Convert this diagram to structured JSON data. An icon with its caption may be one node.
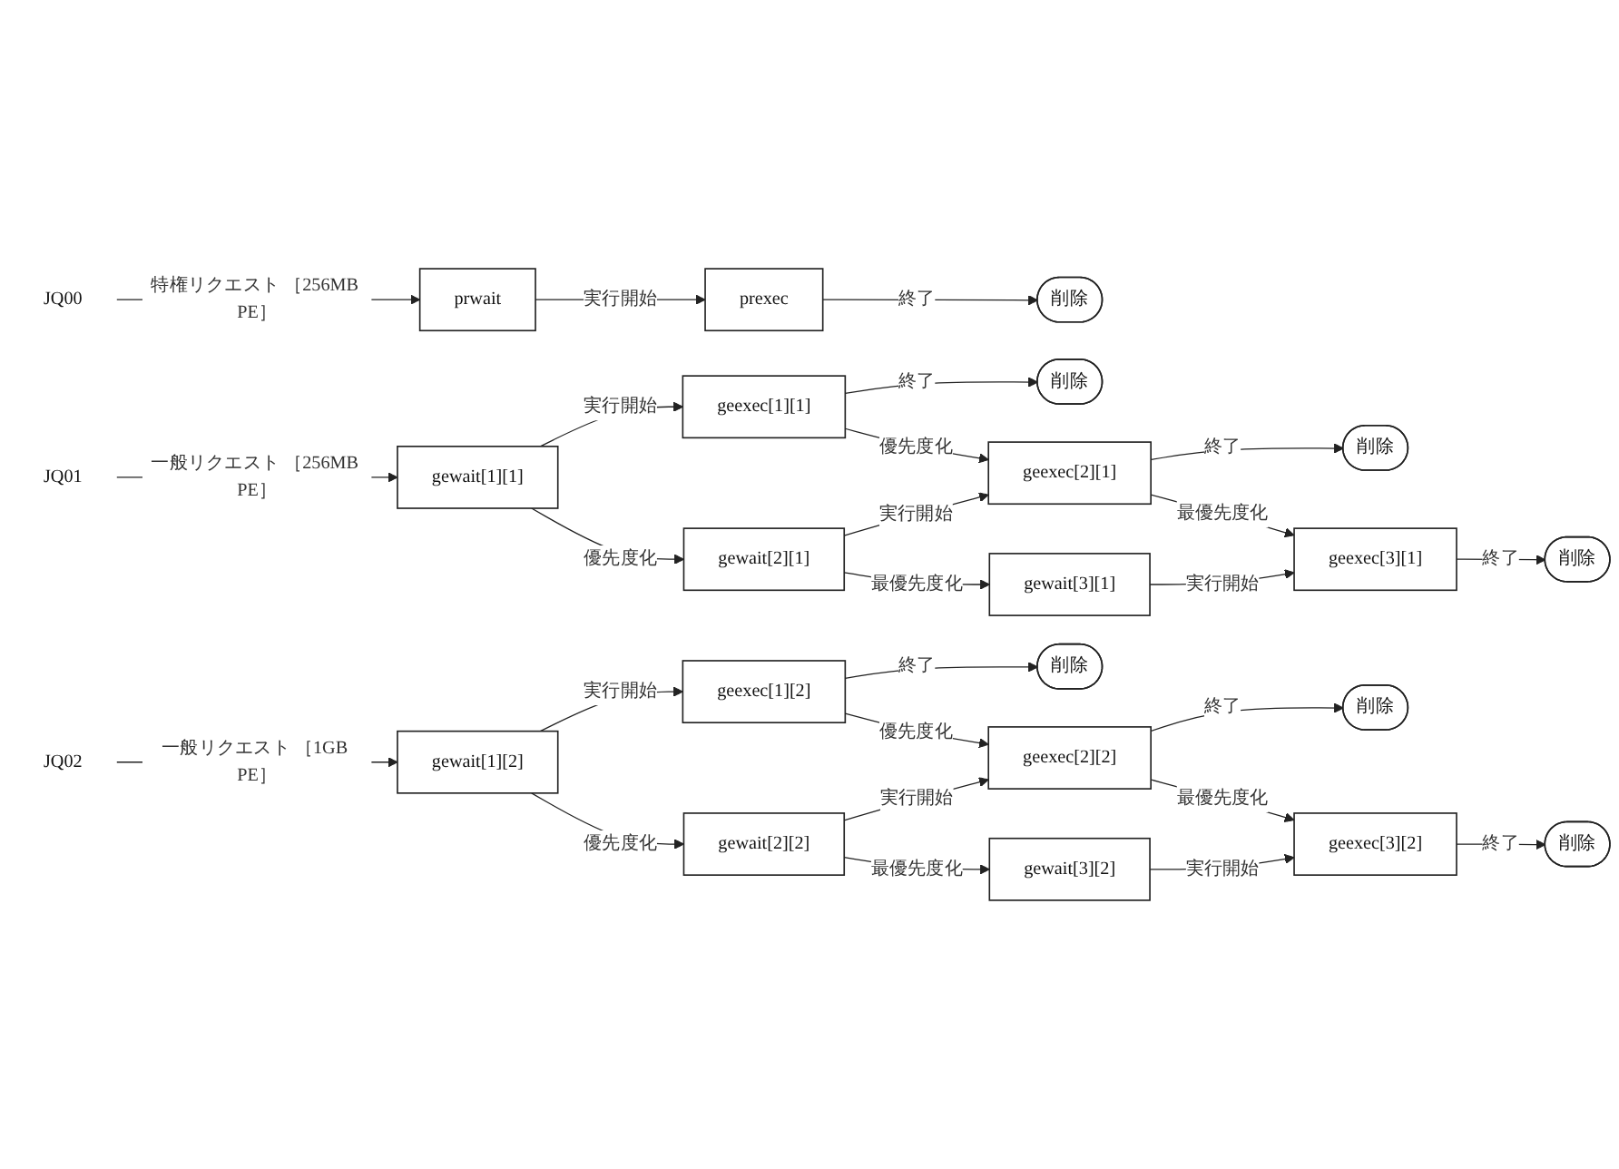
{
  "diagram": {
    "nodes": [
      {
        "text": [
          "JQ00"
        ]
      },
      {
        "text": [
          "prwait"
        ]
      },
      {
        "text": [
          "prexec"
        ]
      },
      {
        "text": [
          "削除"
        ]
      },
      {
        "text": [
          "JQ01"
        ]
      },
      {
        "text": [
          "gewait[1][1]"
        ]
      },
      {
        "text": [
          "geexec[1][1]"
        ]
      },
      {
        "text": [
          "削除"
        ]
      },
      {
        "text": [
          "gewait[2][1]"
        ]
      },
      {
        "text": [
          "geexec[2][1]"
        ]
      },
      {
        "text": [
          "削除"
        ]
      },
      {
        "text": [
          "gewait[3][1]"
        ]
      },
      {
        "text": [
          "geexec[3][1]"
        ]
      },
      {
        "text": [
          "削除"
        ]
      },
      {
        "text": [
          "JQ02"
        ]
      },
      {
        "text": [
          "gewait[1][2]"
        ]
      },
      {
        "text": [
          "geexec[1][2]"
        ]
      },
      {
        "text": [
          "削除"
        ]
      },
      {
        "text": [
          "gewait[2][2]"
        ]
      },
      {
        "text": [
          "geexec[2][2]"
        ]
      },
      {
        "text": [
          "削除"
        ]
      },
      {
        "text": [
          "gewait[3][2]"
        ]
      },
      {
        "text": [
          "geexec[3][2]"
        ]
      },
      {
        "text": [
          "削除"
        ]
      }
    ],
    "edges": [
      {
        "from": 0,
        "to": 1,
        "arrow": "to",
        "label": "特権リクエスト ［256MB PE］"
      },
      {
        "from": 1,
        "to": 2,
        "arrow": "to",
        "label": "実行開始"
      },
      {
        "from": 2,
        "to": 3,
        "arrow": "to",
        "label": "終了"
      },
      {
        "from": 4,
        "to": 5,
        "arrow": "to",
        "label": "一般リクエスト ［256MB PE］"
      },
      {
        "from": 5,
        "to": 6,
        "arrow": "to",
        "label": "実行開始"
      },
      {
        "from": 6,
        "to": 7,
        "arrow": "to",
        "label": "終了"
      },
      {
        "from": 5,
        "to": 8,
        "arrow": "to",
        "label": "優先度化"
      },
      {
        "from": 6,
        "to": 9,
        "arrow": "to",
        "label": "優先度化"
      },
      {
        "from": 8,
        "to": 9,
        "arrow": "to",
        "label": "実行開始"
      },
      {
        "from": 9,
        "to": 10,
        "arrow": "to",
        "label": "終了"
      },
      {
        "from": 8,
        "to": 11,
        "arrow": "to",
        "label": "最優先度化"
      },
      {
        "from": 9,
        "to": 12,
        "arrow": "to",
        "label": "最優先度化"
      },
      {
        "from": 11,
        "to": 12,
        "arrow": "to",
        "label": "実行開始"
      },
      {
        "from": 12,
        "to": 13,
        "arrow": "to",
        "label": "終了"
      },
      {
        "from": 14,
        "to": 15,
        "arrow": "to",
        "label": "一般リクエスト ［1GB PE］"
      },
      {
        "from": 15,
        "to": 16,
        "arrow": "to",
        "label": "実行開始"
      },
      {
        "from": 16,
        "to": 17,
        "arrow": "to",
        "label": "終了"
      },
      {
        "from": 15,
        "to": 18,
        "arrow": "to",
        "label": "優先度化"
      },
      {
        "from": 16,
        "to": 19,
        "arrow": "to",
        "label": "優先度化"
      },
      {
        "from": 18,
        "to": 19,
        "arrow": "to",
        "label": "実行開始"
      },
      {
        "from": 19,
        "to": 20,
        "arrow": "to",
        "label": "終了"
      },
      {
        "from": 18,
        "to": 21,
        "arrow": "to",
        "label": "最優先度化"
      },
      {
        "from": 19,
        "to": 22,
        "arrow": "to",
        "label": "最優先度化"
      },
      {
        "from": 21,
        "to": 22,
        "arrow": "to",
        "label": "実行開始"
      },
      {
        "from": 22,
        "to": 23,
        "arrow": "to",
        "label": "終了"
      }
    ]
  }
}
